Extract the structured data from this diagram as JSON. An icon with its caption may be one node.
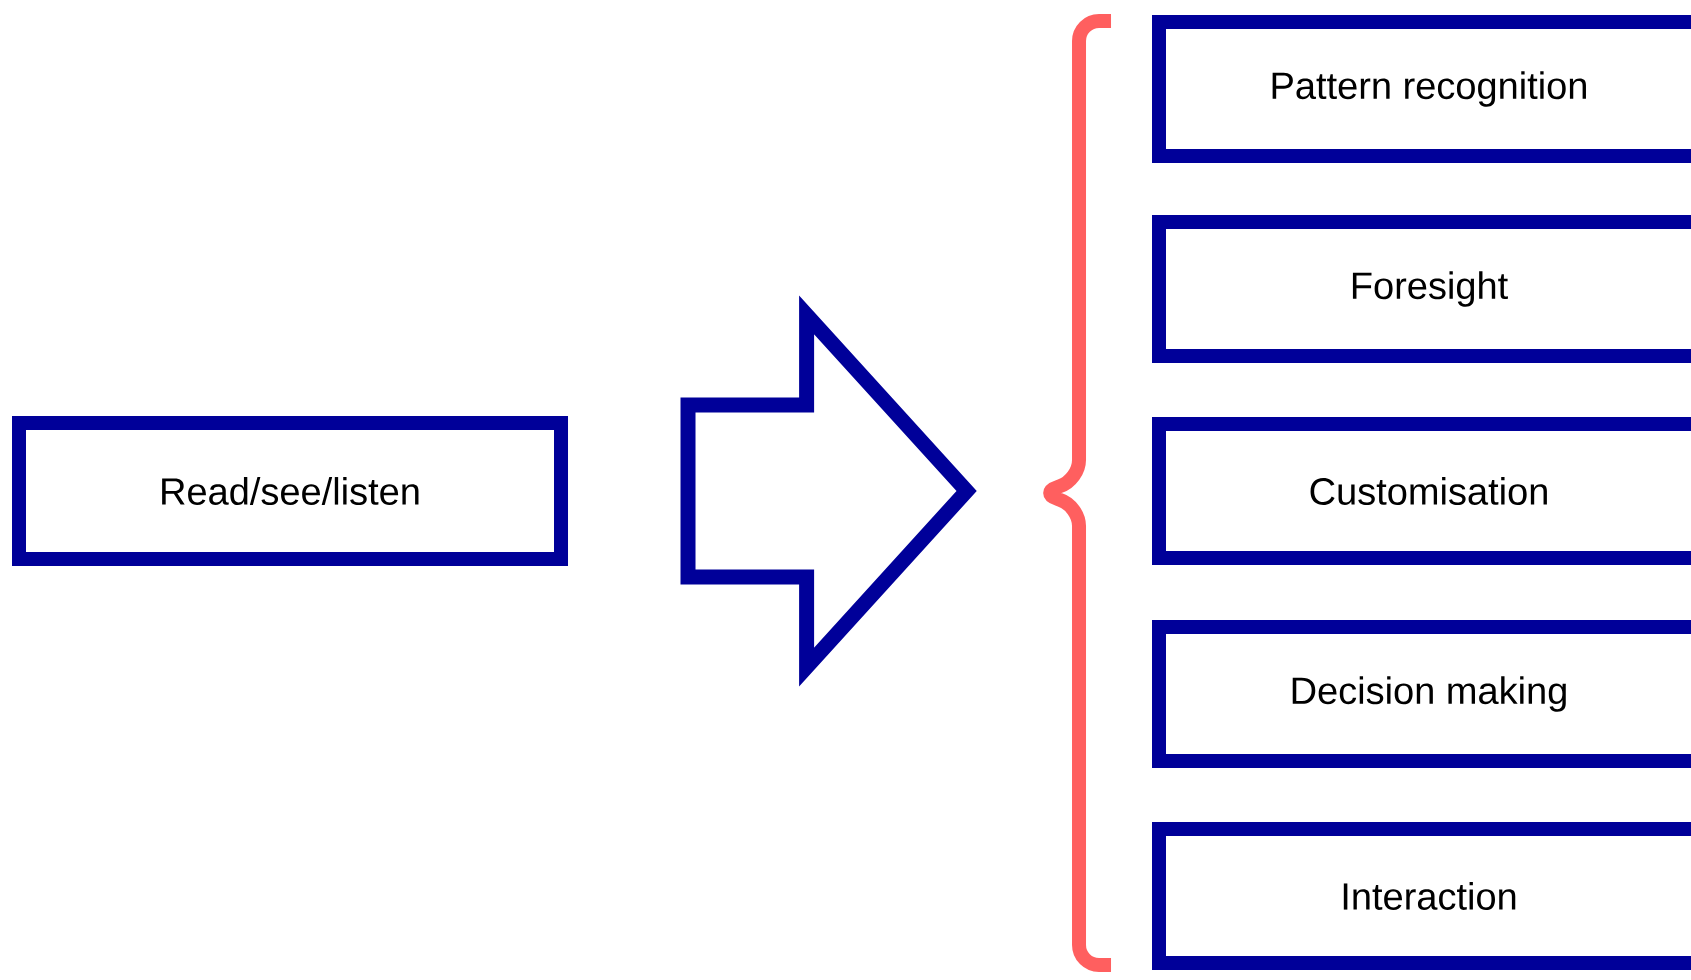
{
  "diagram": {
    "nodes": [
      {
        "text": [
          "Read/see/listen"
        ]
      },
      {
        "text": [],
        "shape": "brace"
      },
      {
        "text": [
          "Pattern recognition"
        ]
      },
      {
        "text": [
          "Foresight"
        ]
      },
      {
        "text": [
          "Customisation"
        ]
      },
      {
        "text": [
          "Decision making"
        ]
      },
      {
        "text": [
          "Interaction"
        ]
      }
    ],
    "edges": [
      {
        "from": 0,
        "to": 1,
        "arrow": "to",
        "style": "thick"
      }
    ]
  }
}
